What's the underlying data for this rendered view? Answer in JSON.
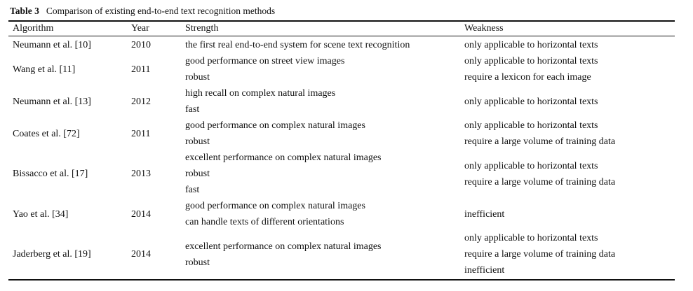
{
  "caption": {
    "label": "Table 3",
    "title": "Comparison of existing end-to-end text recognition methods"
  },
  "table": {
    "columns": [
      "Algorithm",
      "Year",
      "Strength",
      "Weakness"
    ],
    "rows": [
      {
        "algorithm": "Neumann et al. [10]",
        "year": "2010",
        "strength": [
          "the first real end-to-end system for scene text recognition"
        ],
        "weakness": [
          "only applicable to horizontal texts"
        ]
      },
      {
        "algorithm": "Wang et al. [11]",
        "year": "2011",
        "strength": [
          "good performance on street view images",
          "robust"
        ],
        "weakness": [
          "only applicable to horizontal texts",
          "require a lexicon for each image"
        ]
      },
      {
        "algorithm": "Neumann et al. [13]",
        "year": "2012",
        "strength": [
          "high recall on complex natural images",
          "fast"
        ],
        "weakness": [
          "only applicable to horizontal texts"
        ]
      },
      {
        "algorithm": "Coates et al. [72]",
        "year": "2011",
        "strength": [
          "good performance on complex natural images",
          "robust"
        ],
        "weakness": [
          "only applicable to horizontal texts",
          "require a large volume of training data"
        ]
      },
      {
        "algorithm": "Bissacco et al. [17]",
        "year": "2013",
        "strength": [
          "excellent performance on complex natural images",
          "robust",
          "fast"
        ],
        "weakness": [
          "only applicable to horizontal texts",
          "require a large volume of training data"
        ]
      },
      {
        "algorithm": "Yao et al. [34]",
        "year": "2014",
        "strength": [
          "good performance on complex natural images",
          "can handle texts of different orientations"
        ],
        "weakness": [
          "inefficient"
        ]
      },
      {
        "algorithm": "Jaderberg et al. [19]",
        "year": "2014",
        "strength": [
          "excellent performance on complex natural images",
          "robust"
        ],
        "weakness": [
          "only applicable to horizontal texts",
          "require a large volume of training data",
          "inefficient"
        ]
      }
    ]
  }
}
